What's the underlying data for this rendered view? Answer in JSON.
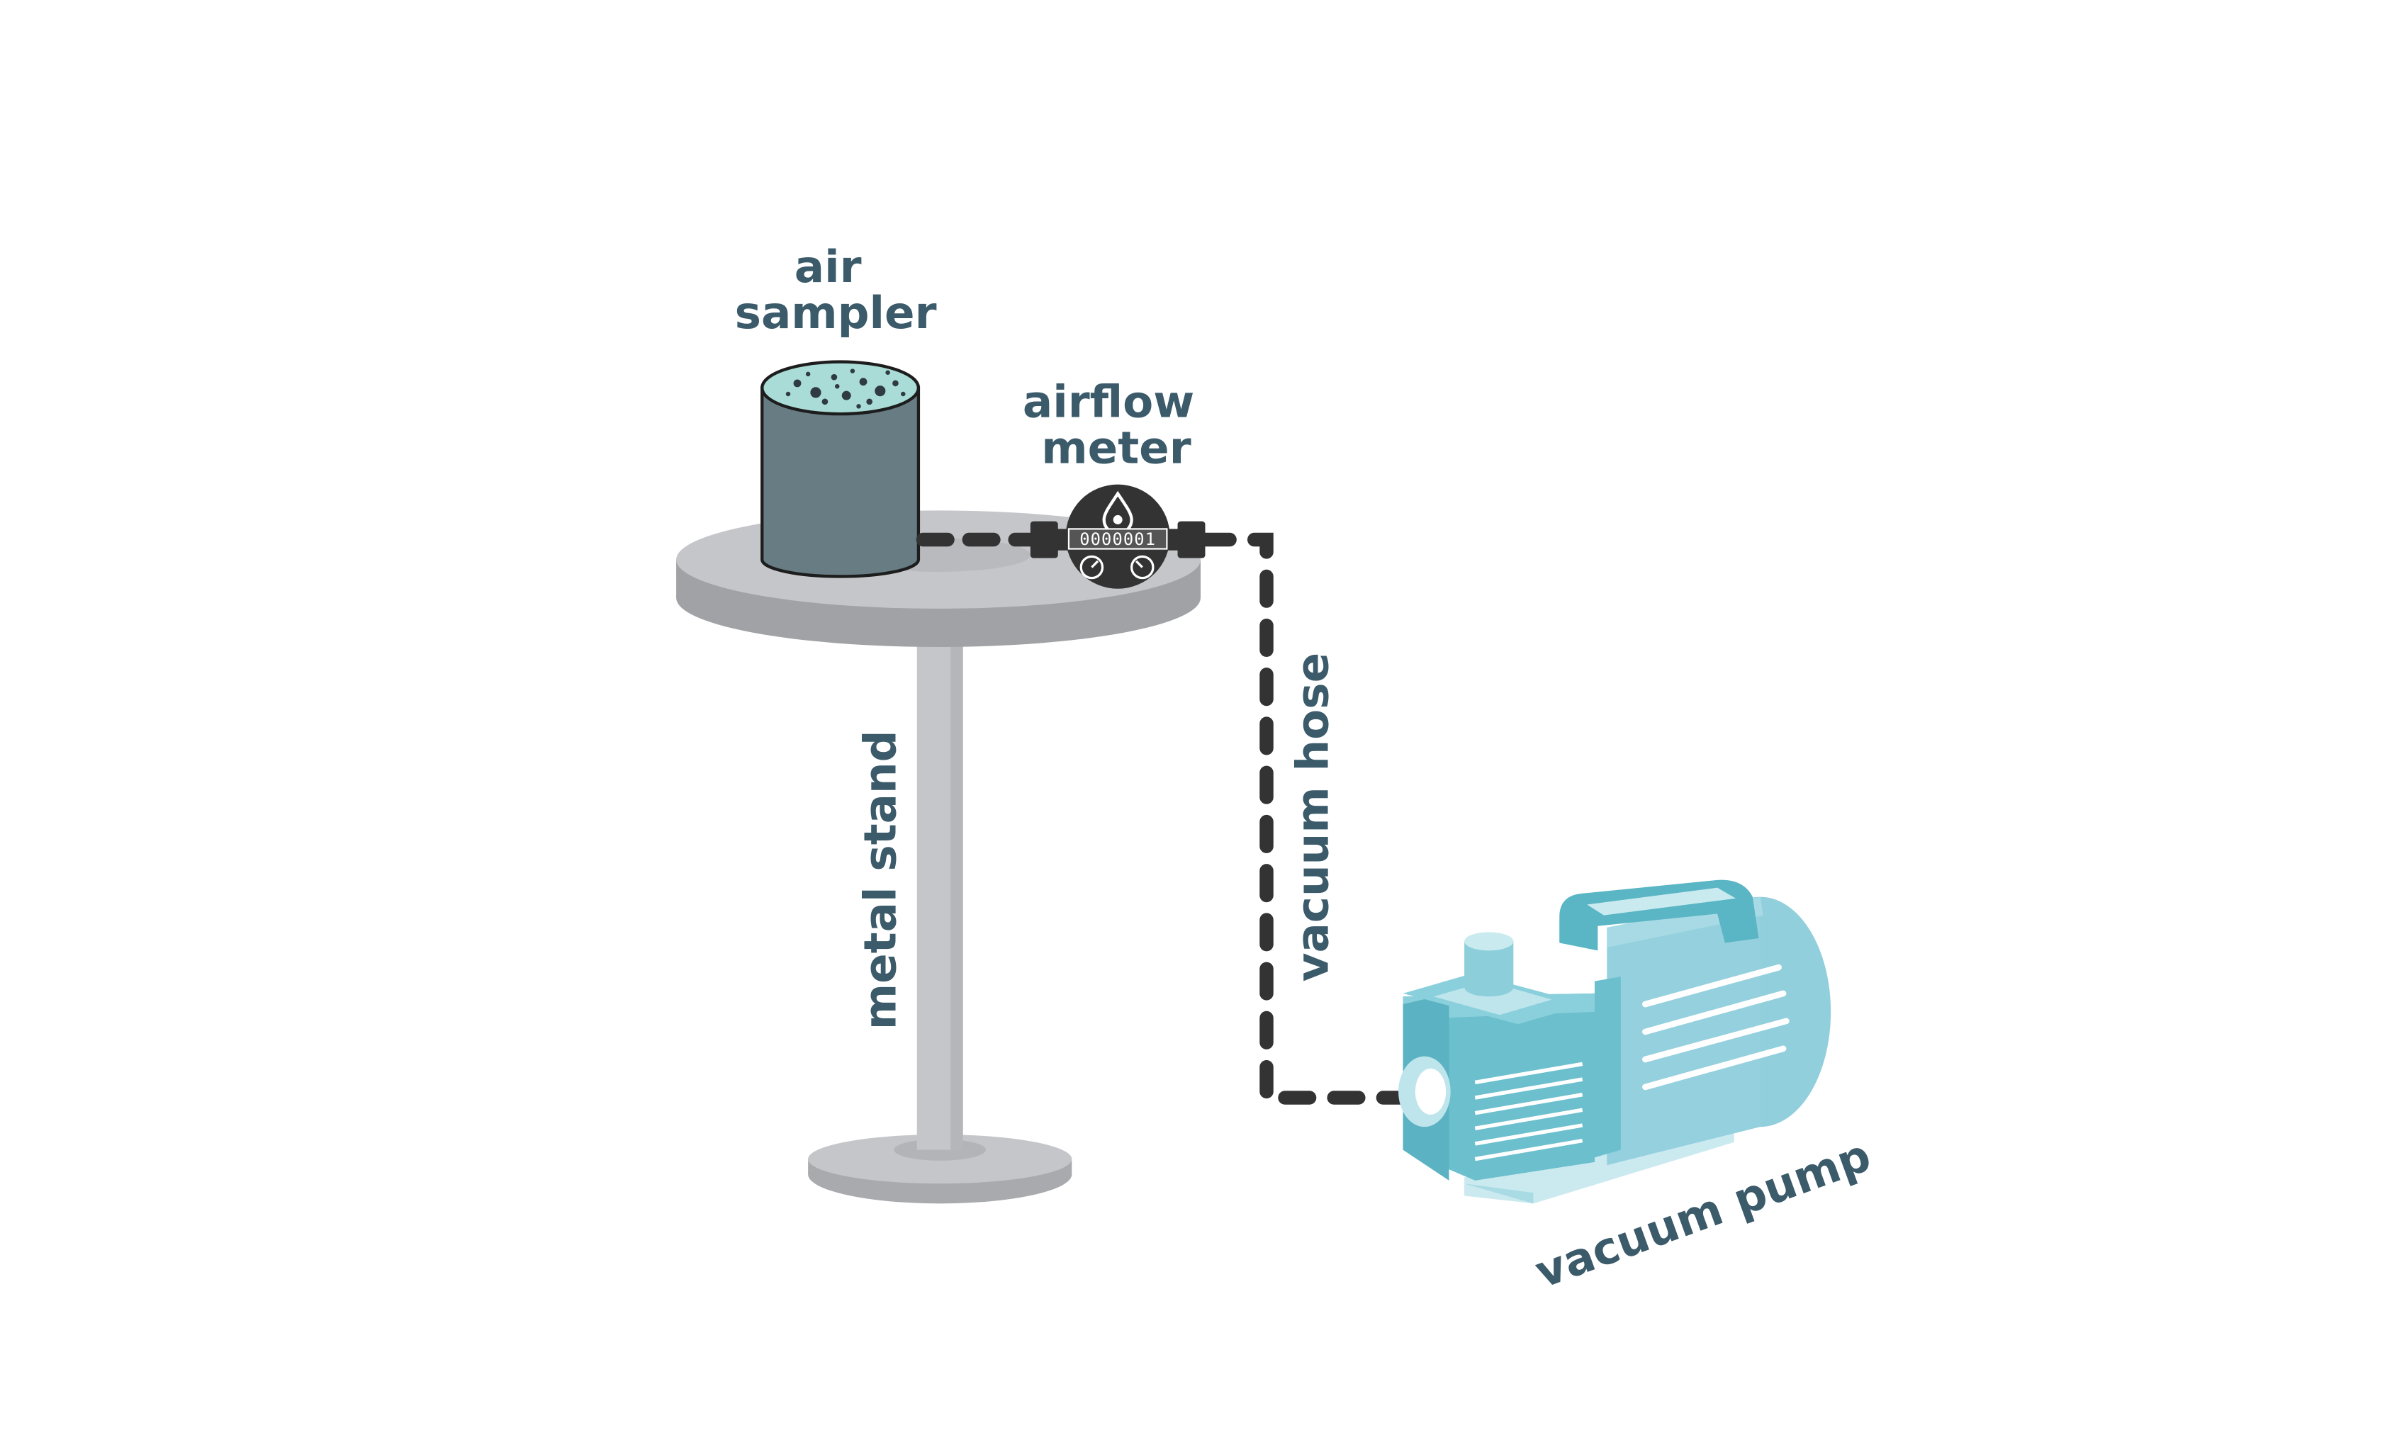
{
  "labels": {
    "air_sampler": [
      "air",
      "sampler"
    ],
    "airflow_meter": [
      "airflow",
      "meter"
    ],
    "meter_counter": "0000001",
    "metal_stand": "metal stand",
    "vacuum_hose": "vacuum hose",
    "vacuum_pump": "vacuum pump"
  },
  "colors": {
    "label_text": "#3b5a6a",
    "stand_gray": "#a8aaad",
    "sampler_body": "#687c84",
    "pump_teal": "#8ccfdb",
    "hose_dark": "#333333"
  }
}
